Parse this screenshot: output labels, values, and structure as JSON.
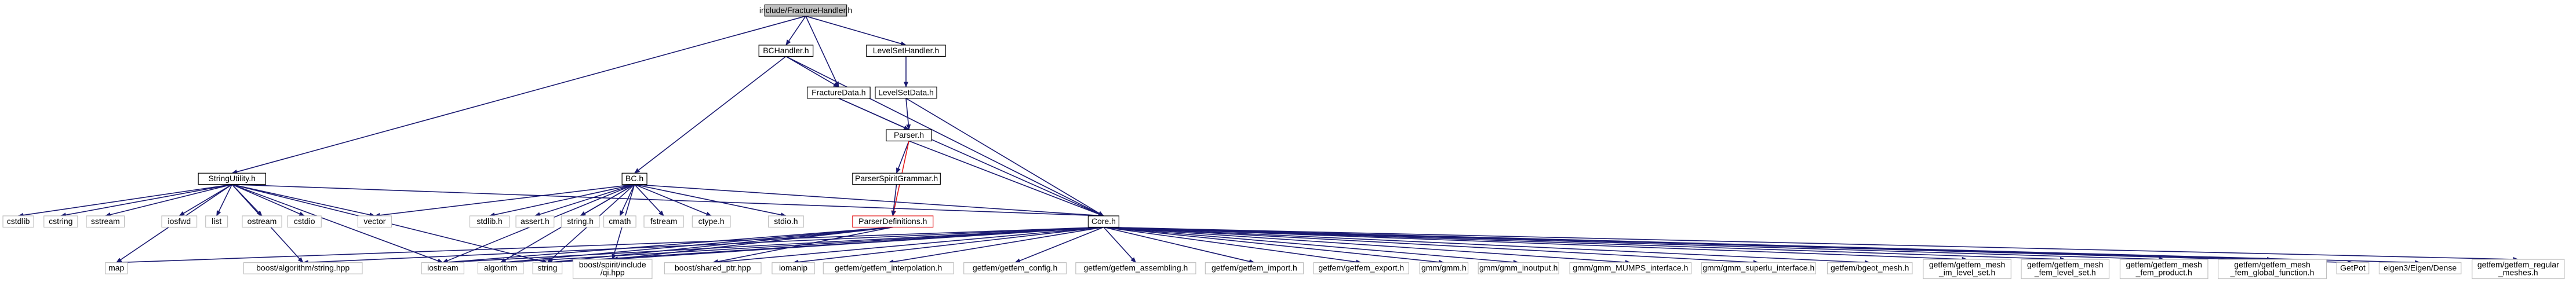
{
  "nodes": [
    {
      "id": "FractureHandler",
      "lines": [
        "include/FractureHandler.h"
      ]
    },
    {
      "id": "BCHandler",
      "lines": [
        "BCHandler.h"
      ]
    },
    {
      "id": "LevelSetHandler",
      "lines": [
        "LevelSetHandler.h"
      ]
    },
    {
      "id": "FractureData",
      "lines": [
        "FractureData.h"
      ]
    },
    {
      "id": "LevelSetData",
      "lines": [
        "LevelSetData.h"
      ]
    },
    {
      "id": "Parser",
      "lines": [
        "Parser.h"
      ]
    },
    {
      "id": "ParserSpiritGrammar",
      "lines": [
        "ParserSpiritGrammar.h"
      ]
    },
    {
      "id": "ParserDefinitions",
      "lines": [
        "ParserDefinitions.h"
      ]
    },
    {
      "id": "StringUtility",
      "lines": [
        "StringUtility.h"
      ]
    },
    {
      "id": "BC",
      "lines": [
        "BC.h"
      ]
    },
    {
      "id": "Core",
      "lines": [
        "Core.h"
      ]
    },
    {
      "id": "cstdlib",
      "lines": [
        "cstdlib"
      ]
    },
    {
      "id": "cstring",
      "lines": [
        "cstring"
      ]
    },
    {
      "id": "sstream",
      "lines": [
        "sstream"
      ]
    },
    {
      "id": "iosfwd",
      "lines": [
        "iosfwd"
      ]
    },
    {
      "id": "list",
      "lines": [
        "list"
      ]
    },
    {
      "id": "ostream",
      "lines": [
        "ostream"
      ]
    },
    {
      "id": "cstdio",
      "lines": [
        "cstdio"
      ]
    },
    {
      "id": "vector",
      "lines": [
        "vector"
      ]
    },
    {
      "id": "stdlib",
      "lines": [
        "stdlib.h"
      ]
    },
    {
      "id": "assert",
      "lines": [
        "assert.h"
      ]
    },
    {
      "id": "stringh",
      "lines": [
        "string.h"
      ]
    },
    {
      "id": "cmath",
      "lines": [
        "cmath"
      ]
    },
    {
      "id": "fstream",
      "lines": [
        "fstream"
      ]
    },
    {
      "id": "ctype",
      "lines": [
        "ctype.h"
      ]
    },
    {
      "id": "stdio",
      "lines": [
        "stdio.h"
      ]
    },
    {
      "id": "map",
      "lines": [
        "map"
      ]
    },
    {
      "id": "boost_string",
      "lines": [
        "boost/algorithm/string.hpp"
      ]
    },
    {
      "id": "iostream",
      "lines": [
        "iostream"
      ]
    },
    {
      "id": "algorithm",
      "lines": [
        "algorithm"
      ]
    },
    {
      "id": "string",
      "lines": [
        "string"
      ]
    },
    {
      "id": "boost_qi",
      "lines": [
        "boost/spirit/include",
        "/qi.hpp"
      ]
    },
    {
      "id": "boost_shared",
      "lines": [
        "boost/shared_ptr.hpp"
      ]
    },
    {
      "id": "iomanip",
      "lines": [
        "iomanip"
      ]
    },
    {
      "id": "gf_interp",
      "lines": [
        "getfem/getfem_interpolation.h"
      ]
    },
    {
      "id": "gf_config",
      "lines": [
        "getfem/getfem_config.h"
      ]
    },
    {
      "id": "gf_assembling",
      "lines": [
        "getfem/getfem_assembling.h"
      ]
    },
    {
      "id": "gf_import",
      "lines": [
        "getfem/getfem_import.h"
      ]
    },
    {
      "id": "gf_export",
      "lines": [
        "getfem/getfem_export.h"
      ]
    },
    {
      "id": "gmm",
      "lines": [
        "gmm/gmm.h"
      ]
    },
    {
      "id": "gmm_inoutput",
      "lines": [
        "gmm/gmm_inoutput.h"
      ]
    },
    {
      "id": "gmm_mumps",
      "lines": [
        "gmm/gmm_MUMPS_interface.h"
      ]
    },
    {
      "id": "gmm_superlu",
      "lines": [
        "gmm/gmm_superlu_interface.h"
      ]
    },
    {
      "id": "bgeot_mesh",
      "lines": [
        "getfem/bgeot_mesh.h"
      ]
    },
    {
      "id": "gf_mesh_im",
      "lines": [
        "getfem/getfem_mesh",
        "_im_level_set.h"
      ]
    },
    {
      "id": "gf_mesh_fem_ls",
      "lines": [
        "getfem/getfem_mesh",
        "_fem_level_set.h"
      ]
    },
    {
      "id": "gf_mesh_fem_prod",
      "lines": [
        "getfem/getfem_mesh",
        "_fem_product.h"
      ]
    },
    {
      "id": "gf_mesh_fem_glob",
      "lines": [
        "getfem/getfem_mesh",
        "_fem_global_function.h"
      ]
    },
    {
      "id": "getpot",
      "lines": [
        "GetPot"
      ]
    },
    {
      "id": "eigen",
      "lines": [
        "eigen3/Eigen/Dense"
      ]
    },
    {
      "id": "gf_regular",
      "lines": [
        "getfem/getfem_regular",
        "_meshes.h"
      ]
    }
  ]
}
